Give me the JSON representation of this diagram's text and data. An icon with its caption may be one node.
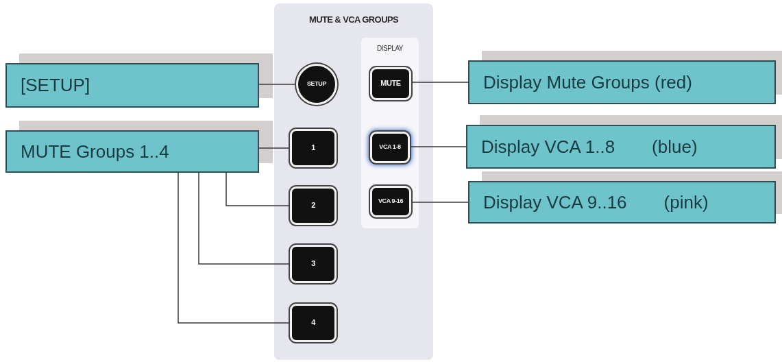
{
  "diagram": {
    "nodes": [
      {
        "text": [
          "MUTE & VCA GROUPS"
        ]
      },
      {
        "text": [
          "DISPLAY"
        ],
        "in": 0
      },
      {
        "text": [
          "SETUP"
        ],
        "in": 0
      },
      {
        "text": [
          "1"
        ],
        "in": 0
      },
      {
        "text": [
          "2"
        ],
        "in": 0
      },
      {
        "text": [
          "3"
        ],
        "in": 0
      },
      {
        "text": [
          "4"
        ],
        "in": 0
      },
      {
        "text": [
          "MUTE"
        ],
        "in": 1
      },
      {
        "text": [
          "VCA 1-8"
        ],
        "in": 1
      },
      {
        "text": [
          "VCA 9-16"
        ],
        "in": 1
      },
      {
        "text": [
          "[SETUP]"
        ]
      },
      {
        "text": [
          "MUTE Groups 1..4"
        ]
      },
      {
        "text": [
          "Display Mute Groups (red)"
        ]
      },
      {
        "text": [
          "Display VCA 1..8",
          "(blue)"
        ]
      },
      {
        "text": [
          "Display VCA 9..16",
          "(pink)"
        ]
      }
    ],
    "edges": [
      {
        "from": 10,
        "to": 2,
        "arrow": "none"
      },
      {
        "from": 11,
        "to": 3,
        "arrow": "none"
      },
      {
        "from": 11,
        "to": 4,
        "arrow": "none"
      },
      {
        "from": 11,
        "to": 5,
        "arrow": "none"
      },
      {
        "from": 11,
        "to": 6,
        "arrow": "none"
      },
      {
        "from": 7,
        "to": 12,
        "arrow": "none"
      },
      {
        "from": 8,
        "to": 13,
        "arrow": "none"
      },
      {
        "from": 9,
        "to": 14,
        "arrow": "none"
      }
    ]
  }
}
